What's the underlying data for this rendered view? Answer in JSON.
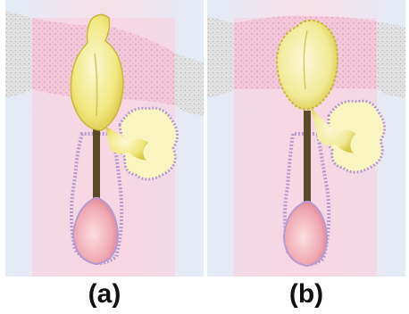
{
  "figure": {
    "panels": [
      {
        "id": "a",
        "caption": "(a)"
      },
      {
        "id": "b",
        "caption": "(b)"
      }
    ]
  },
  "colors": {
    "epidermis_gray": "#d9d9d9",
    "dermis_pink": "#f3c8d8",
    "background_blue": "#e6eef7",
    "sebum_yellow": "#f4ee9a",
    "follicle_outline": "#b79ad0",
    "bulb_pink": "#ee9aa6",
    "hair_shaft": "#5a4a2a"
  }
}
